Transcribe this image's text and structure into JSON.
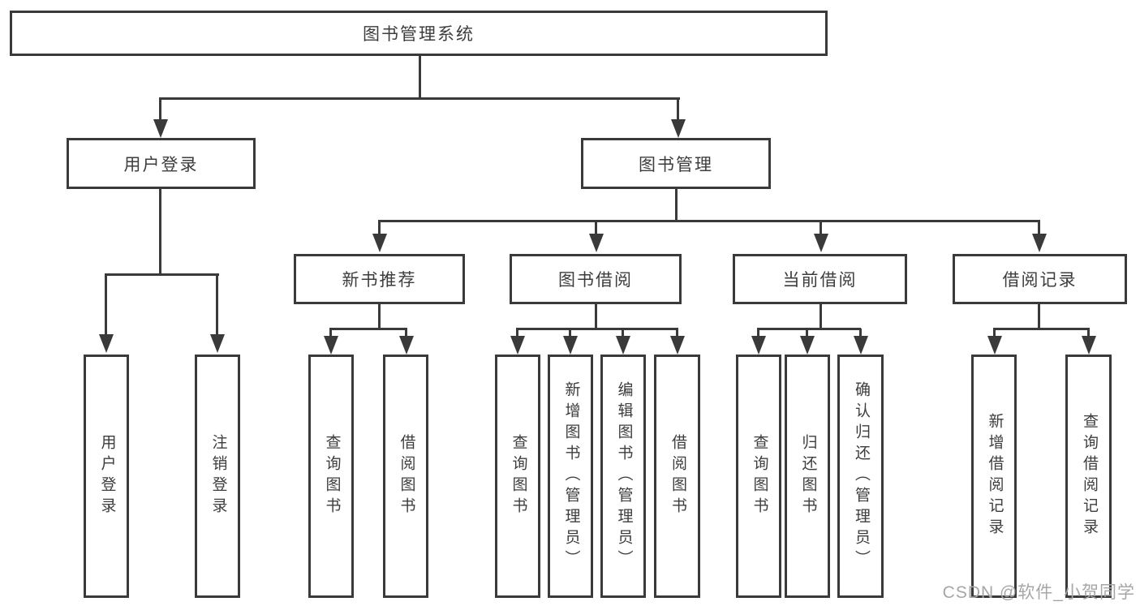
{
  "tree": {
    "root": {
      "label": "图书管理系统",
      "children": [
        {
          "label": "用户登录",
          "children": [
            {
              "label": "用户登录"
            },
            {
              "label": "注销登录"
            }
          ]
        },
        {
          "label": "图书管理",
          "children": [
            {
              "label": "新书推荐",
              "children": [
                {
                  "label": "查询图书"
                },
                {
                  "label": "借阅图书"
                }
              ]
            },
            {
              "label": "图书借阅",
              "children": [
                {
                  "label": "查询图书"
                },
                {
                  "label": "新增图书（管理员）"
                },
                {
                  "label": "编辑图书（管理员）"
                },
                {
                  "label": "借阅图书"
                }
              ]
            },
            {
              "label": "当前借阅",
              "children": [
                {
                  "label": "查询图书"
                },
                {
                  "label": "归还图书"
                },
                {
                  "label": "确认归还（管理员）"
                }
              ]
            },
            {
              "label": "借阅记录",
              "children": [
                {
                  "label": "新增借阅记录"
                },
                {
                  "label": "查询借阅记录"
                }
              ]
            }
          ]
        }
      ]
    }
  },
  "watermark": "CSDN @软件_小贺同学",
  "colors": {
    "line": "#3a3a3a",
    "text": "#3d3d3d",
    "watermark": "#a6a6a6",
    "background": "#ffffff"
  }
}
